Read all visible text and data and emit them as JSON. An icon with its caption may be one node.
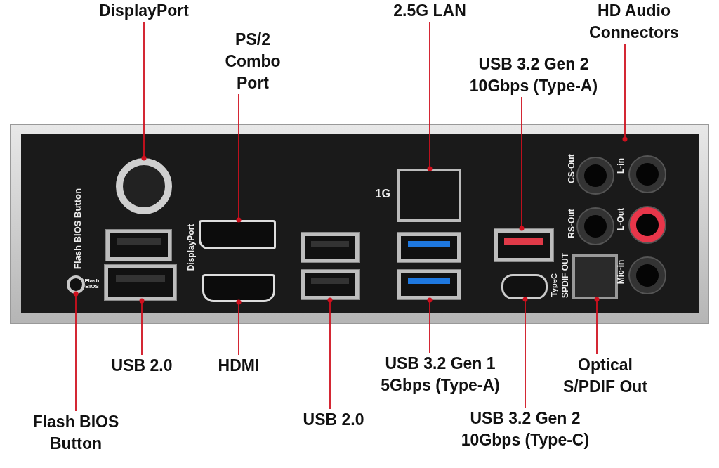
{
  "diagram": {
    "nodes": [
      {
        "text": [
          "DisplayPort"
        ]
      },
      {
        "text": [
          "HD Audio Connectors"
        ]
      },
      {
        "text": [
          "2.5G LAN"
        ]
      },
      {
        "text": [
          "PS/2 Combo Port"
        ]
      },
      {
        "text": [
          "USB 3.2 Gen 2 10Gbps (Type-A)"
        ]
      },
      {
        "text": [
          "USB 2.0"
        ]
      },
      {
        "text": [
          "HDMI"
        ]
      },
      {
        "text": [
          "USB 3.2 Gen 1 5Gbps (Type-A)"
        ]
      },
      {
        "text": [
          "Optical S/PDIF Out"
        ]
      },
      {
        "text": [
          "USB 2.0"
        ]
      },
      {
        "text": [
          "Flash BIOS Button"
        ]
      },
      {
        "text": [
          "USB 3.2 Gen 2 10Gbps (Type-C)"
        ]
      },
      {
        "text": [],
        "shape": "circle"
      },
      {
        "text": [],
        "shape": "circle"
      },
      {
        "text": [],
        "shape": "box"
      },
      {
        "text": [],
        "shape": "box"
      },
      {
        "text": [],
        "shape": "box"
      },
      {
        "text": [],
        "shape": "box"
      },
      {
        "text": [],
        "shape": "box"
      },
      {
        "text": [],
        "shape": "box"
      },
      {
        "text": [],
        "shape": "box",
        "beside": [
          "1G"
        ]
      },
      {
        "text": [],
        "shape": "box"
      },
      {
        "text": [],
        "shape": "box"
      },
      {
        "text": [],
        "shape": "box"
      },
      {
        "text": [],
        "shape": "box"
      },
      {
        "text": [],
        "shape": "box"
      }
    ],
    "edges": [
      {
        "from": 0,
        "to": 13,
        "arrow": "other"
      },
      {
        "from": 1,
        "to": null,
        "arrow": "other"
      },
      {
        "from": 2,
        "to": 20,
        "arrow": "other"
      },
      {
        "from": 3,
        "to": 16,
        "arrow": "other"
      },
      {
        "from": 4,
        "to": 23,
        "arrow": "other"
      },
      {
        "from": 5,
        "to": 15,
        "arrow": "other"
      },
      {
        "from": 6,
        "to": 17,
        "arrow": "other"
      },
      {
        "from": 7,
        "to": 22,
        "arrow": "other"
      },
      {
        "from": 8,
        "to": 25,
        "arrow": "other"
      },
      {
        "from": 9,
        "to": 19,
        "arrow": "other"
      },
      {
        "from": 10,
        "to": 12,
        "arrow": "other"
      },
      {
        "from": 11,
        "to": 24,
        "arrow": "other"
      }
    ],
    "labels": [
      "Flash BIOS Button",
      "Flash BIOS",
      "DisplayPort",
      "CS-Out",
      "L-in",
      "RS-Out",
      "L-Out",
      "TypeC",
      "SPDIF OUT",
      "Mic-in"
    ]
  }
}
